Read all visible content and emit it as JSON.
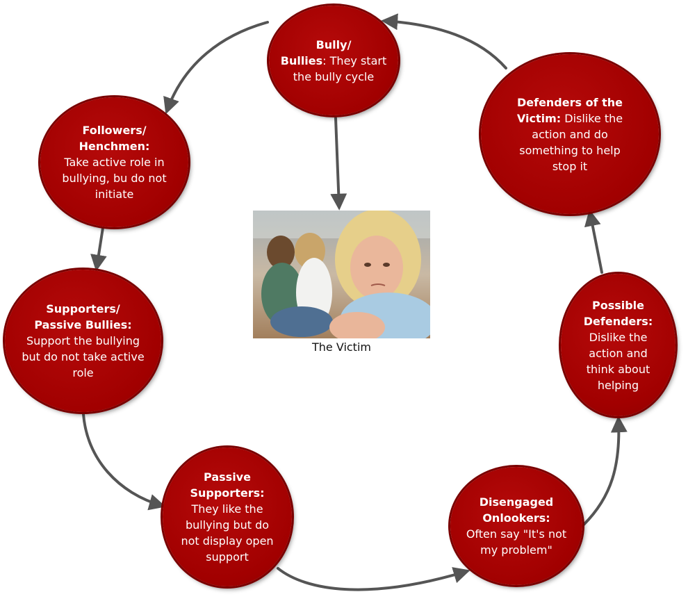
{
  "colors": {
    "node_fill": "#a10000",
    "arrow": "#555555",
    "text": "#ffffff"
  },
  "nodes": {
    "bully": {
      "title": "Bully/\nBullies",
      "desc": ": They start the bully cycle"
    },
    "followers": {
      "title": "Followers/\nHenchmen:",
      "desc": "Take active role in bullying, bu do not initiate"
    },
    "supporters": {
      "title": "Supporters/\nPassive Bullies:",
      "desc": "Support the bullying but do not take active role"
    },
    "passive_supporters": {
      "title": "Passive Supporters:",
      "desc": "They like the bullying but do not display open support"
    },
    "disengaged": {
      "title": "Disengaged Onlookers:",
      "desc": "Often say \"It's not my problem\""
    },
    "possible_defenders": {
      "title": "Possible Defenders:",
      "desc": "Dislike the action and think about helping"
    },
    "defenders": {
      "title": "Defenders of the Victim:",
      "desc": " Dislike the action and do something to help stop it"
    }
  },
  "victim": {
    "caption": "The Victim"
  }
}
